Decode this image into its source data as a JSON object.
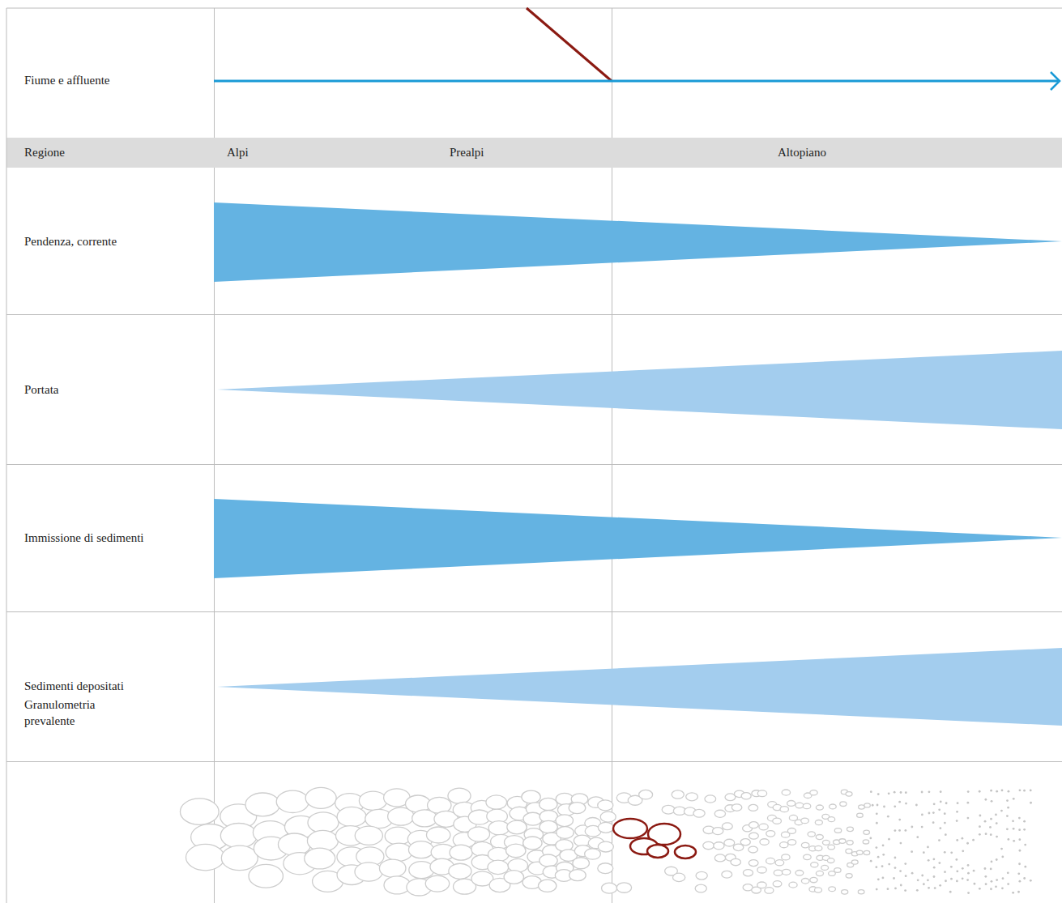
{
  "diagram": {
    "labels": [
      "Fiume e affluente",
      "Regione",
      "Alpi",
      "Prealpi",
      "Altopiano",
      "Pendenza, corrente",
      "Portata",
      "Immissione di sedimenti",
      "Sedimenti depositati",
      "Granulometria prevalente"
    ]
  }
}
